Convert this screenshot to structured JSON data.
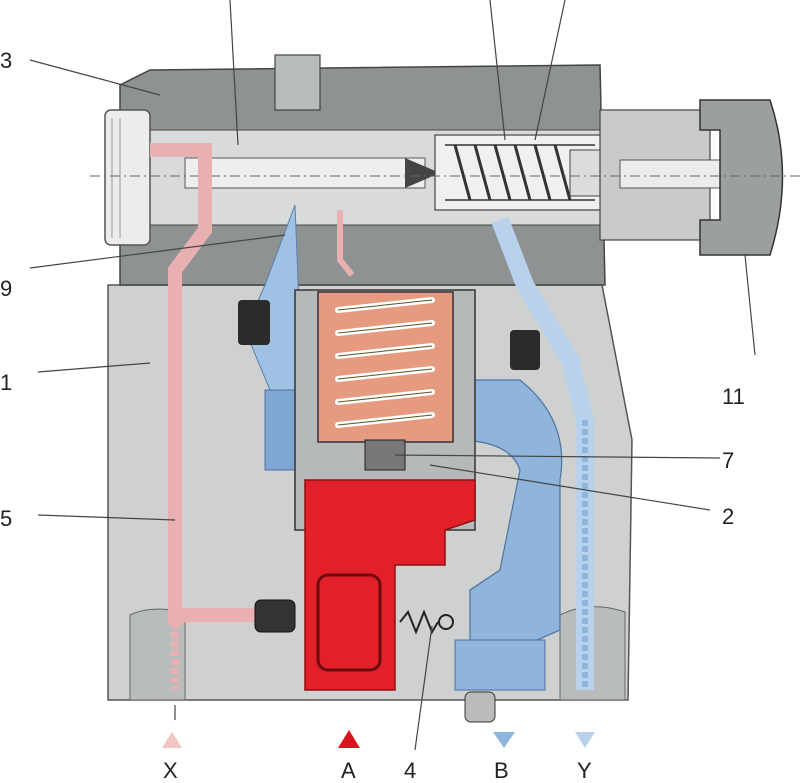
{
  "callouts": {
    "n3": "3",
    "n9": "9",
    "n1": "1",
    "n5": "5",
    "n11": "11",
    "n7": "7",
    "n2": "2",
    "n4": "4"
  },
  "ports": {
    "x": "X",
    "a": "A",
    "b": "B",
    "y": "Y"
  },
  "colors": {
    "body_grey": "#c9cbcb",
    "pilot_block": "#8e9090",
    "pressure_red": "#e3202a",
    "tank_blue": "#8fb5dc",
    "pilot_pink": "#e8b0b0",
    "spring_salmon": "#e08870"
  }
}
